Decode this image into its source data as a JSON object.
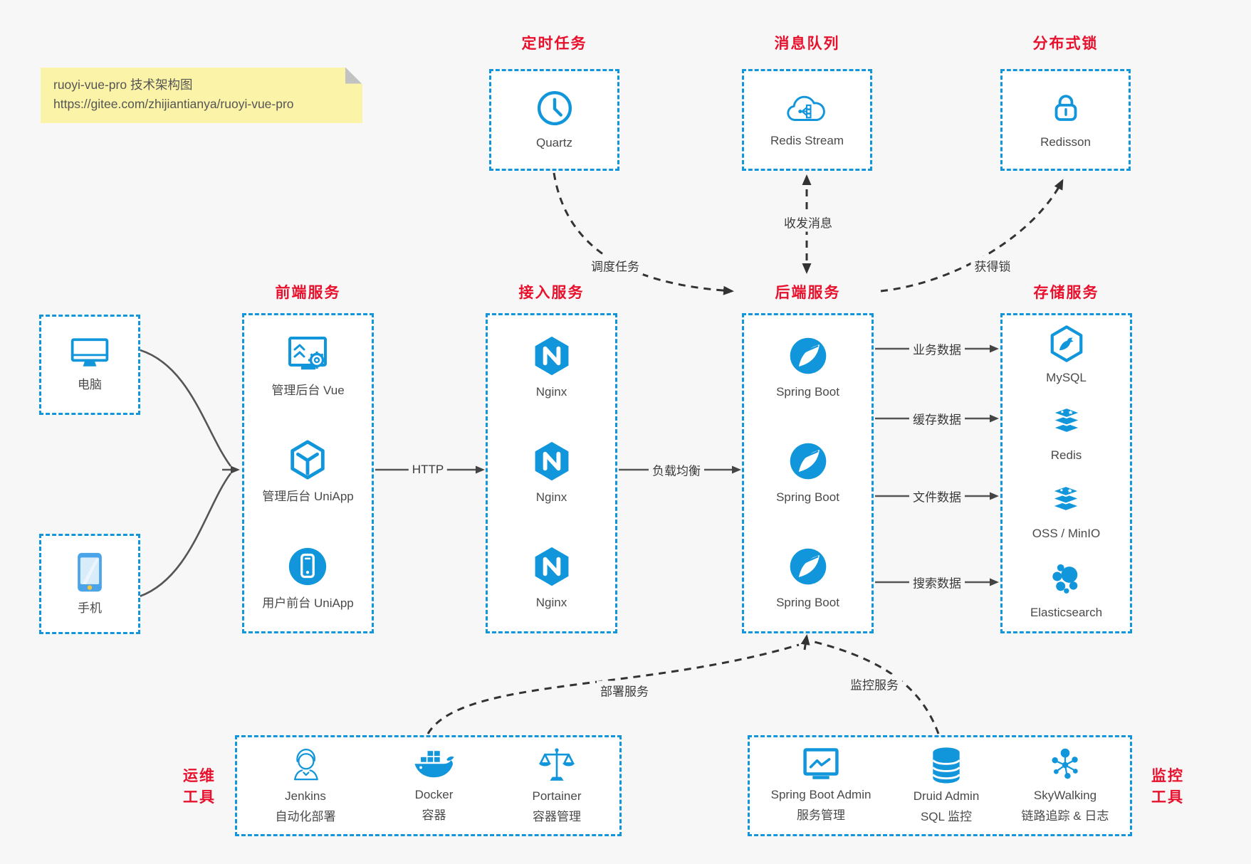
{
  "note": {
    "line1": "ruoyi-vue-pro 技术架构图",
    "line2": "https://gitee.com/zhijiantianya/ruoyi-vue-pro"
  },
  "colors": {
    "accent": "#1296db",
    "title_red": "#e8112d",
    "text": "#4a4a4a",
    "note_bg": "#fbf3a7",
    "canvas_bg": "#f7f7f7"
  },
  "top_groups": [
    {
      "title": "定时任务",
      "item": {
        "label": "Quartz",
        "icon": "clock-icon"
      }
    },
    {
      "title": "消息队列",
      "item": {
        "label": "Redis Stream",
        "icon": "cloud-network-icon"
      }
    },
    {
      "title": "分布式锁",
      "item": {
        "label": "Redisson",
        "icon": "lock-icon"
      }
    }
  ],
  "clients": [
    {
      "label": "电脑",
      "icon": "desktop-icon"
    },
    {
      "label": "手机",
      "icon": "phone-icon"
    }
  ],
  "columns": [
    {
      "title": "前端服务",
      "items": [
        {
          "label": "管理后台 Vue",
          "icon": "admin-vue-icon"
        },
        {
          "label": "管理后台 UniApp",
          "icon": "uniapp-cube-icon"
        },
        {
          "label": "用户前台 UniApp",
          "icon": "user-app-icon"
        }
      ]
    },
    {
      "title": "接入服务",
      "items": [
        {
          "label": "Nginx",
          "icon": "nginx-icon"
        },
        {
          "label": "Nginx",
          "icon": "nginx-icon"
        },
        {
          "label": "Nginx",
          "icon": "nginx-icon"
        }
      ]
    },
    {
      "title": "后端服务",
      "items": [
        {
          "label": "Spring Boot",
          "icon": "spring-icon"
        },
        {
          "label": "Spring Boot",
          "icon": "spring-icon"
        },
        {
          "label": "Spring Boot",
          "icon": "spring-icon"
        }
      ]
    },
    {
      "title": "存储服务",
      "items": [
        {
          "label": "MySQL",
          "icon": "mysql-icon"
        },
        {
          "label": "Redis",
          "icon": "storage-stack-icon"
        },
        {
          "label": "OSS / MinIO",
          "icon": "storage-stack-icon"
        },
        {
          "label": "Elasticsearch",
          "icon": "elasticsearch-icon"
        }
      ]
    }
  ],
  "edge_labels": {
    "http": "HTTP",
    "load_balance": "负载均衡",
    "schedule": "调度任务",
    "message": "收发消息",
    "lock": "获得锁",
    "deploy": "部署服务",
    "monitor": "监控服务",
    "data_flows": [
      "业务数据",
      "缓存数据",
      "文件数据",
      "搜索数据"
    ]
  },
  "bottom_groups": [
    {
      "side_label": "运维\n工具",
      "items": [
        {
          "name": "Jenkins",
          "sub": "自动化部署",
          "icon": "jenkins-icon"
        },
        {
          "name": "Docker",
          "sub": "容器",
          "icon": "docker-icon"
        },
        {
          "name": "Portainer",
          "sub": "容器管理",
          "icon": "portainer-icon"
        }
      ]
    },
    {
      "side_label": "监控\n工具",
      "items": [
        {
          "name": "Spring Boot Admin",
          "sub": "服务管理",
          "icon": "sba-monitor-icon"
        },
        {
          "name": "Druid Admin",
          "sub": "SQL 监控",
          "icon": "database-icon"
        },
        {
          "name": "SkyWalking",
          "sub": "链路追踪 & 日志",
          "icon": "skywalking-icon"
        }
      ]
    }
  ]
}
